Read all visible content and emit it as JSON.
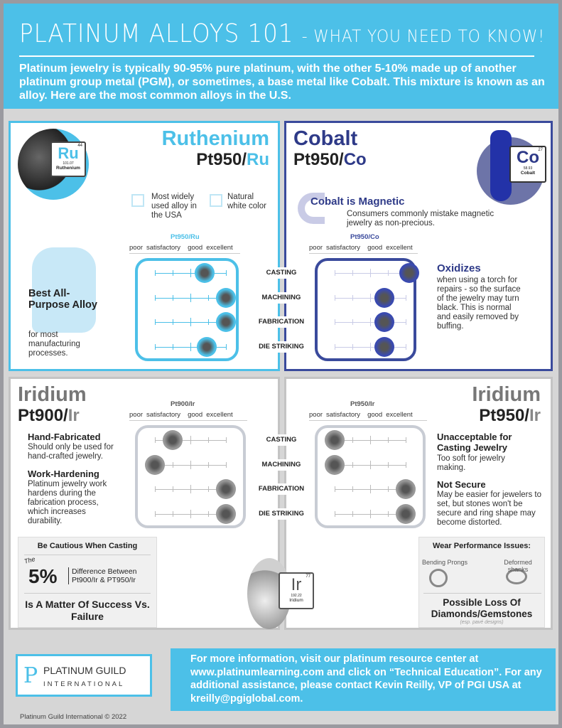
{
  "header": {
    "title": "PLATINUM ALLOYS 101",
    "title_tail": "- WHAT YOU NEED TO KNOW!",
    "intro": "Platinum jewelry is typically 90-95% pure platinum, with the other 5-10% made up of another platinum group metal (PGM), or sometimes, a base metal like Cobalt. This mixture is known as an alloy.  Here are the most common alloys in the U.S."
  },
  "scale_labels": [
    "poor",
    "satisfactory",
    "good",
    "excellent"
  ],
  "row_labels": [
    "CASTING",
    "MACHINING",
    "FABRICATION",
    "DIE STRIKING"
  ],
  "ruthenium": {
    "name": "Ruthenium",
    "alloy_prefix": "Pt950/",
    "alloy_suffix": "Ru",
    "gauge_title": "Pt950/Ru",
    "element": {
      "symbol": "Ru",
      "number": "44",
      "mass": "101.07",
      "name": "Ruthenium"
    },
    "feature1": "Most widely used alloy in the USA",
    "feature2": "Natural white color",
    "best_title": "Best All-Purpose Alloy",
    "best_text": "for most manufacturing processes.",
    "ratings": [
      2.8,
      4,
      4,
      2.9
    ],
    "color": "#4cc0e8"
  },
  "cobalt": {
    "name": "Cobalt",
    "alloy_prefix": "Pt950/",
    "alloy_suffix": "Co",
    "gauge_title": "Pt950/Co",
    "element": {
      "symbol": "Co",
      "number": "27",
      "mass": "58.93",
      "name": "Cobalt"
    },
    "magnetic_title": "Cobalt is Magnetic",
    "magnetic_text": "Consumers commonly mistake magnetic jewelry as non-precious.",
    "oxidizes_title": "Oxidizes",
    "oxidizes_text": "when using a torch for repairs - so the surface of the jewelry may turn black. This is normal and easily removed by buffing.",
    "ratings": [
      4.2,
      2.8,
      2.8,
      2.8
    ],
    "color": "#3a4a9c"
  },
  "iridium900": {
    "name": "Iridium",
    "alloy_prefix": "Pt900/",
    "alloy_suffix": "Ir",
    "gauge_title": "Pt900/Ir",
    "h1": "Hand-Fabricated",
    "t1": "Should only be used for hand-crafted jewelry.",
    "h2": "Work-Hardening",
    "t2": "Platinum jewelry work hardens during the fabrication process, which increases durability.",
    "ratings": [
      1,
      0,
      4,
      4
    ]
  },
  "iridium950": {
    "name": "Iridium",
    "alloy_prefix": "Pt950/",
    "alloy_suffix": "Ir",
    "gauge_title": "Pt950/Ir",
    "h1": "Unacceptable for Casting Jewelry",
    "t1": "Too soft for jewelry making.",
    "h2": "Not Secure",
    "t2": "May be easier for jewelers to set, but stones won't be secure and ring shape may become distorted.",
    "ratings": [
      0,
      0,
      4,
      4
    ]
  },
  "iridium_element": {
    "symbol": "Ir",
    "number": "77",
    "mass": "192.22",
    "name": "Iridium"
  },
  "caution": {
    "title": "Be Cautious When Casting",
    "the": "The",
    "pct": "5%",
    "diff": "Difference Between Pt900/Ir & PT950/Ir",
    "bottom": "Is A Matter Of Success Vs. Failure"
  },
  "wear": {
    "title": "Wear Performance Issues:",
    "bending": "Bending Prongs",
    "deformed": "Deformed shanks",
    "bottom": "Possible Loss Of Diamonds/Gemstones",
    "note": "(esp. pavé designs)"
  },
  "footer": {
    "logo_line1": "PLATINUM GUILD",
    "logo_line2": "INTERNATIONAL",
    "info": "For more information, visit our platinum resource center at www.platinumlearning.com and click on “Technical Education”.  For any additional assistance, please contact Kevin Reilly, VP of PGI USA at kreilly@pgiglobal.com.",
    "copyright": "Platinum Guild International © 2022"
  }
}
